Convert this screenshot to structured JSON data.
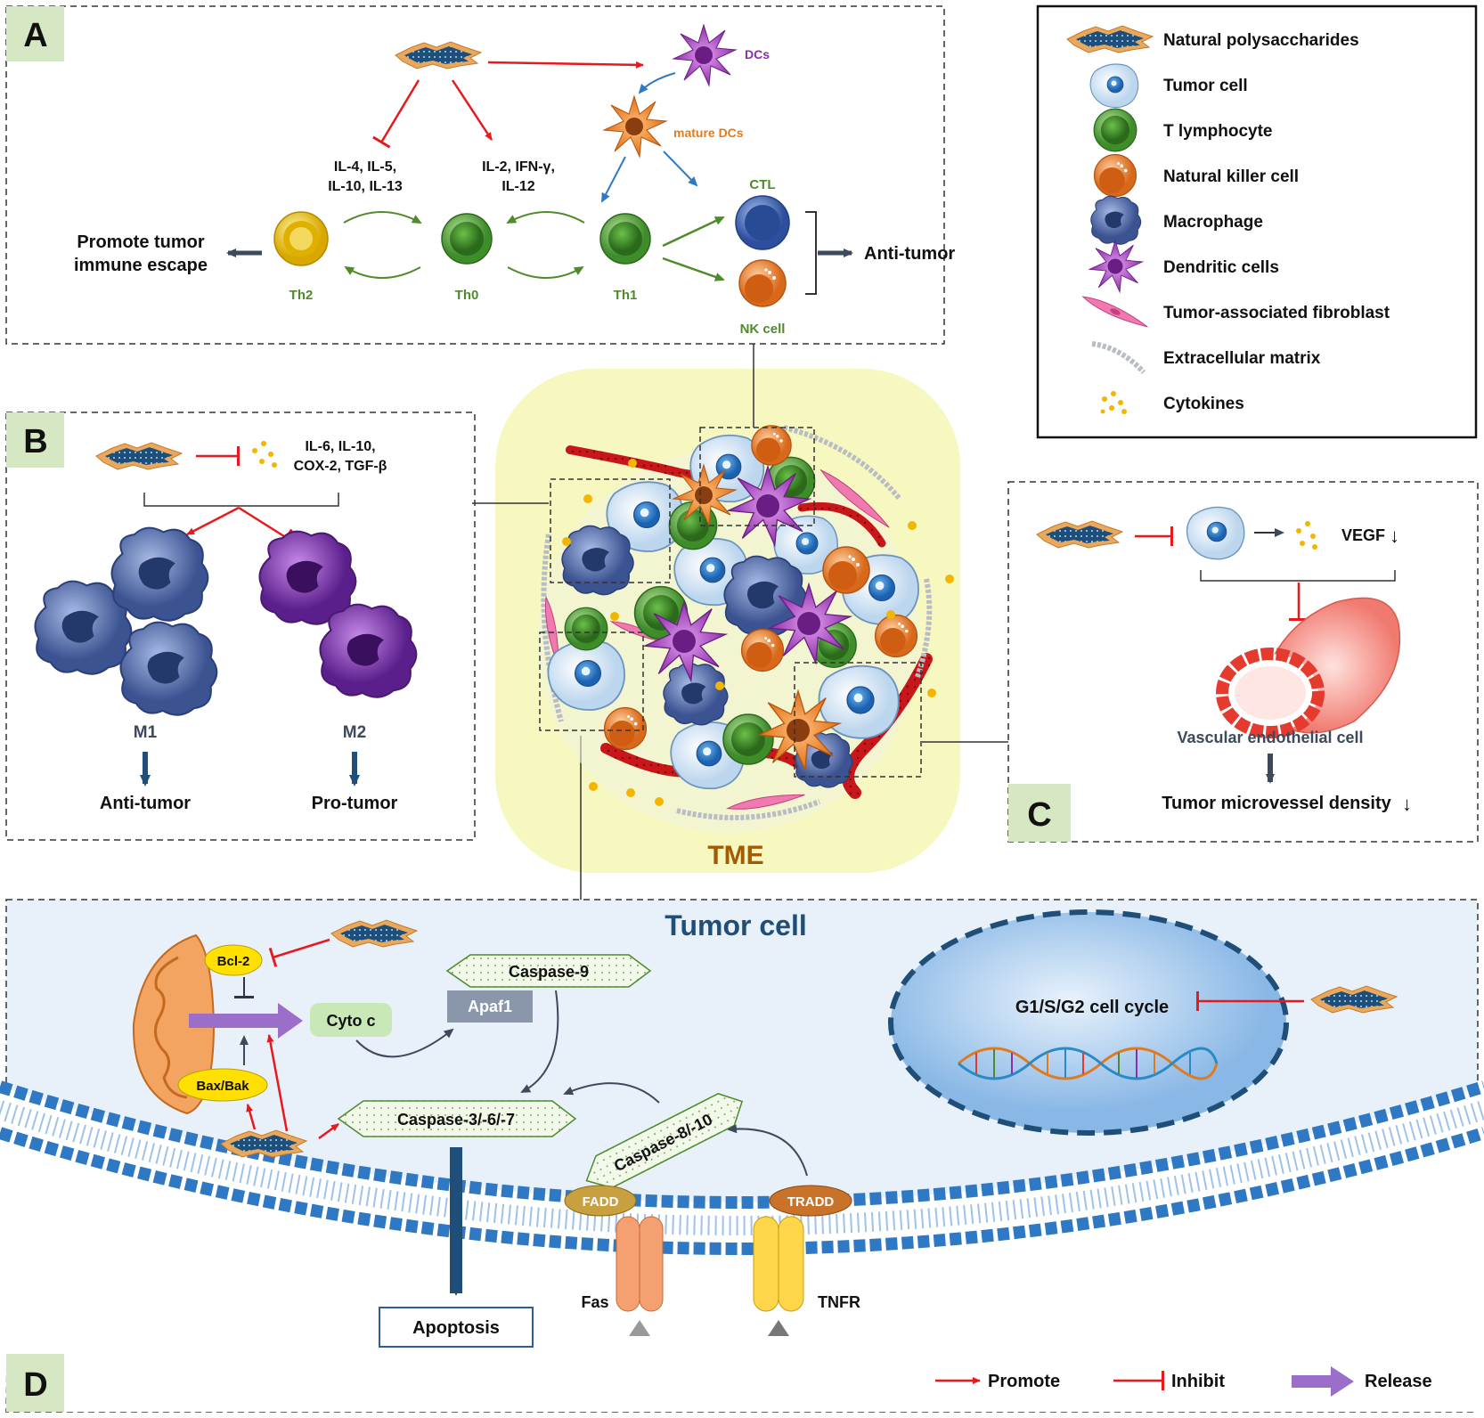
{
  "panels": {
    "a": "A",
    "b": "B",
    "c": "C",
    "d": "D"
  },
  "colors": {
    "promote": "#e8191d",
    "inhibit": "#e8191d",
    "release": "#9b6fc9",
    "th_green": "#4f8a2b",
    "dc_purple": "#8b2fa8",
    "mature_dc_orange": "#e57a1a",
    "tme_bg": "#f7f7c0",
    "cell_bg": "#e8f0f9",
    "navy": "#1f4e79"
  },
  "legend": {
    "items": [
      {
        "icon": "polysaccharide-icon",
        "label": "Natural polysaccharides"
      },
      {
        "icon": "tumor-cell-icon",
        "label": "Tumor cell"
      },
      {
        "icon": "t-lymphocyte-icon",
        "label": "T lymphocyte"
      },
      {
        "icon": "nk-cell-icon",
        "label": "Natural killer cell"
      },
      {
        "icon": "macrophage-icon",
        "label": "Macrophage"
      },
      {
        "icon": "dendritic-cell-icon",
        "label": "Dendritic cells"
      },
      {
        "icon": "fibroblast-icon",
        "label": "Tumor-associated fibroblast"
      },
      {
        "icon": "ecm-icon",
        "label": "Extracellular matrix"
      },
      {
        "icon": "cytokines-icon",
        "label": "Cytokines"
      }
    ]
  },
  "panel_a": {
    "dcs": "DCs",
    "mature_dcs": "mature DCs",
    "inhibited_cytokines_1": "IL-4, IL-5,",
    "inhibited_cytokines_2": "IL-10, IL-13",
    "promoted_cytokines_1": "IL-2, IFN-γ,",
    "promoted_cytokines_2": "IL-12",
    "th2": "Th2",
    "th0": "Th0",
    "th1": "Th1",
    "ctl": "CTL",
    "nk": "NK cell",
    "escape_1": "Promote tumor",
    "escape_2": "immune escape",
    "anti_tumor": "Anti-tumor"
  },
  "panel_b": {
    "cytokines_1": "IL-6, IL-10,",
    "cytokines_2": "COX-2, TGF-β",
    "m1": "M1",
    "m2": "M2",
    "m1_effect": "Anti-tumor",
    "m2_effect": "Pro-tumor"
  },
  "panel_c": {
    "vegf": "VEGF",
    "endothelial": "Vascular endothelial cell",
    "mvd": "Tumor microvessel density"
  },
  "tme": {
    "label": "TME"
  },
  "panel_d": {
    "title": "Tumor cell",
    "bcl2": "Bcl-2",
    "bax": "Bax/Bak",
    "cyto_c": "Cyto c",
    "apaf1": "Apaf1",
    "casp9": "Caspase-9",
    "casp367": "Caspase-3/-6/-7",
    "casp810": "Caspase-8/-10",
    "fadd": "FADD",
    "tradd": "TRADD",
    "fas": "Fas",
    "tnfr": "TNFR",
    "apoptosis": "Apoptosis",
    "cell_cycle": "G1/S/G2 cell cycle",
    "key_promote": "Promote",
    "key_inhibit": "Inhibit",
    "key_release": "Release"
  }
}
